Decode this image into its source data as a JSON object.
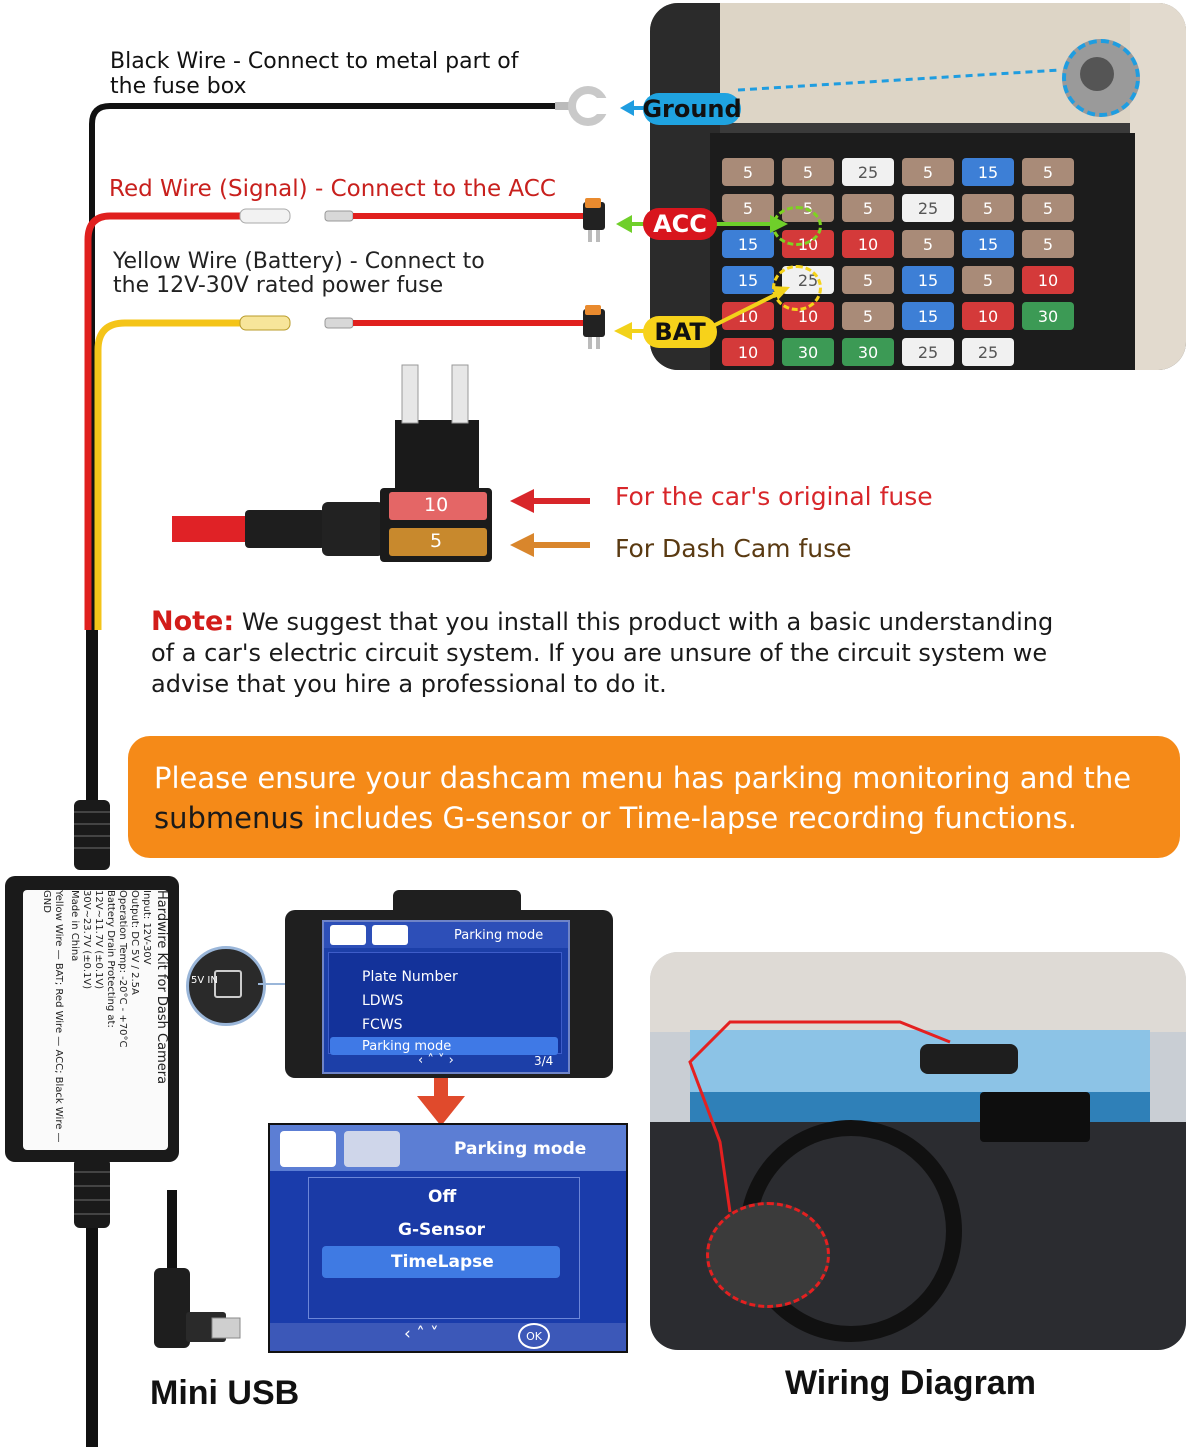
{
  "wires": {
    "black_label_line1": "Black Wire - Connect to metal part of",
    "black_label_line2": "the fuse box",
    "red_label": "Red Wire (Signal) - Connect to the ACC",
    "yellow_label_line1": "Yellow Wire (Battery) - Connect to",
    "yellow_label_line2": "the 12V-30V rated power fuse"
  },
  "tags": {
    "ground": "Ground",
    "acc": "ACC",
    "bat": "BAT"
  },
  "fuse_tap": {
    "upper_fuse_value": "10",
    "lower_fuse_value": "5",
    "upper_label": "For the car's original fuse",
    "lower_label": "For Dash Cam fuse"
  },
  "note": {
    "heading": "Note:",
    "body": "We suggest that you install this product with a basic understanding of a car's electric circuit system. If you are unsure of the circuit system we advise that you hire a professional to do it."
  },
  "banner": {
    "line1": "Please ensure your dashcam menu has parking monitoring and the",
    "line2_dark": "submenus",
    "line2_rest": " includes G-sensor or Time-lapse recording functions."
  },
  "hardwire_box": {
    "title": "Hardwire Kit for Dash Camera",
    "input": "Input: 12V-30V",
    "output": "Output: DC 5V / 2.5A",
    "temp": "Operation Temp: -20°C - +70°C",
    "drain": "Battery Drain Protecting at:",
    "drain_12": "12V~11.7V (±0.1V)",
    "drain_30": "30V~23.7V (±0.1V)",
    "made": "Made in China",
    "yellow": "Yellow Wire — BAT",
    "red": "Red Wire — ACC",
    "black": "Black Wire — GND",
    "port_label": "5V IN"
  },
  "screen_small": {
    "header": "Parking mode",
    "items": [
      "Plate Number",
      "LDWS",
      "FCWS",
      "Parking mode"
    ],
    "page": "3/4"
  },
  "screen_large": {
    "header": "Parking mode",
    "options": [
      "Off",
      "G-Sensor",
      "TimeLapse"
    ],
    "ok": "OK"
  },
  "photo_fuses": [
    "5",
    "5",
    "25",
    "5",
    "15",
    "5",
    "5",
    "5",
    "5",
    "25",
    "5",
    "5",
    "15",
    "10",
    "10",
    "5",
    "15",
    "5",
    "15",
    "25",
    "5",
    "15",
    "5",
    "10",
    "10",
    "10",
    "5",
    "15",
    "10",
    "30",
    "10",
    "30",
    "30",
    "25",
    "25"
  ],
  "captions": {
    "usb": "Mini USB",
    "wiring": "Wiring Diagram"
  },
  "colors": {
    "orange": "#f58a18",
    "red_text": "#c8201d",
    "ground_tag": "#1fa3e0",
    "acc_tag": "#d8151d",
    "bat_tag": "#f7d21a"
  }
}
